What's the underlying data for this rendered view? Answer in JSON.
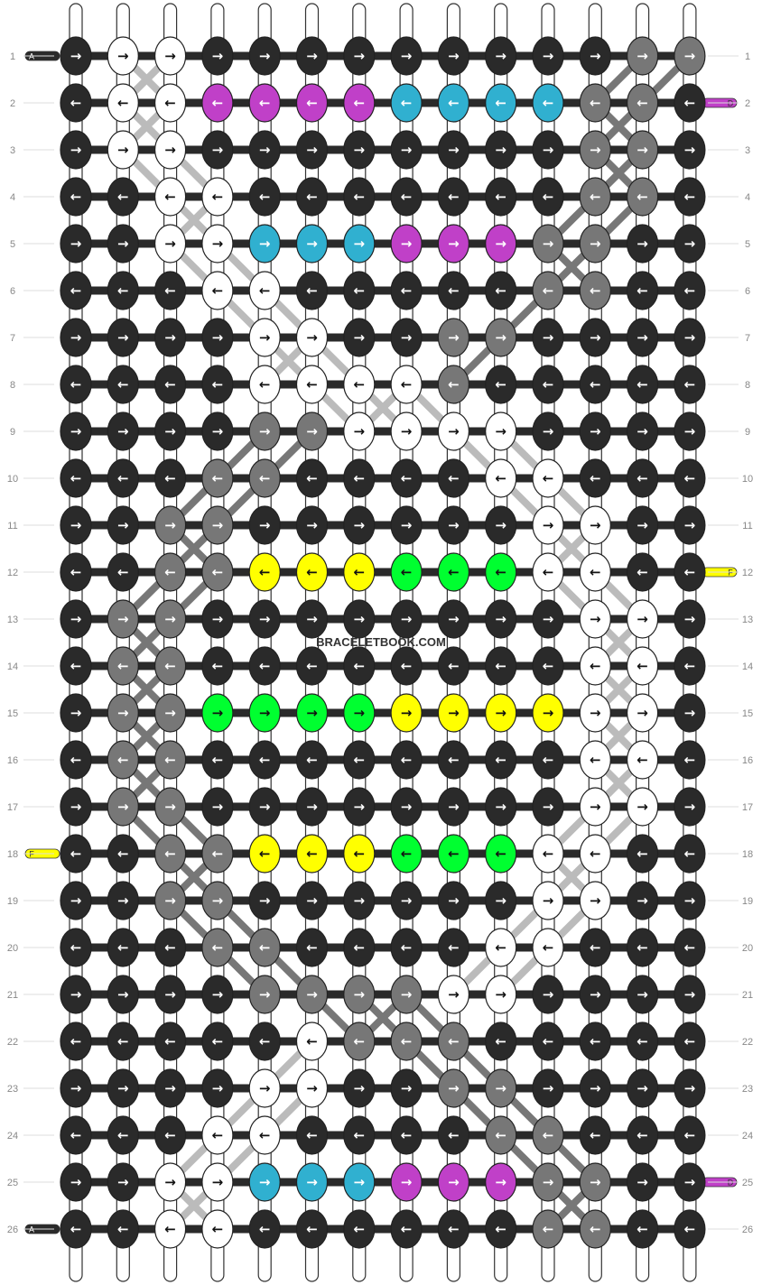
{
  "watermark": "BRACELETBOOK.COM",
  "colors": {
    "A": "#2a2a2a",
    "B": "#ffffff",
    "C": "#777777",
    "D": "#c040c8",
    "E": "#30b0d0",
    "F": "#ffff00",
    "G": "#00ff30"
  },
  "thread_tabs": [
    {
      "letter": "A",
      "row": 1,
      "side": "left"
    },
    {
      "letter": "D",
      "row": 2,
      "side": "right"
    },
    {
      "letter": "F",
      "row": 12,
      "side": "right"
    },
    {
      "letter": "F",
      "row": 18,
      "side": "left"
    },
    {
      "letter": "D",
      "row": 25,
      "side": "right"
    },
    {
      "letter": "A",
      "row": 26,
      "side": "left"
    }
  ],
  "knot_rows": [
    "ABBAAAAAAAAACC",
    "ABBDDDDEEEECCA",
    "ABBAAAAAAAACCA",
    "AABBAAAAAAACCA",
    "AABBEEEDDDCCAA",
    "AAABBAAAAACCAA",
    "AAAABBAACCAAAA",
    "AAAABBBBCAAAAA",
    "AAAACCBBBBAAAA",
    "AAACCAAAABBAAA",
    "AACCAAAAAABBAA",
    "AACCFFFGGGBBAA",
    "ACCAAAAAAAABBA",
    "ACCAAAAAAAABBA",
    "ACCGGGGFFFFBBA",
    "ACCAAAAAAAABBA",
    "ACCAAAAAAAABBA",
    "AACCFFFGGGBBAA",
    "AACCAAAAAABBAA",
    "AAACCAAAABBAAA",
    "AAAACCCCBBAAAA",
    "AAAAABCCCAAAAA",
    "AAAABBAACCAAAA",
    "AAABBAAAACCAAA",
    "AABBEEEDDDCCAA",
    "AABBAAAAAACCAA"
  ]
}
